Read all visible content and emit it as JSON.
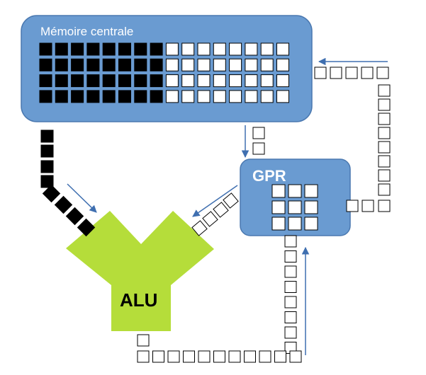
{
  "memory": {
    "label": "Mémoire centrale",
    "rows": 4,
    "cols": 16,
    "filled_cols": 8
  },
  "gpr": {
    "label": "GPR",
    "grid_rows": 3,
    "grid_cols": 3
  },
  "alu": {
    "label": "ALU"
  },
  "colors": {
    "box_fill": "#6a9bd1",
    "box_stroke": "#4a78b0",
    "alu_fill": "#b5dd3a",
    "arrow": "#3f6fb0",
    "cell_filled": "#000000",
    "cell_empty": "#ffffff",
    "cell_stroke": "#000000"
  }
}
